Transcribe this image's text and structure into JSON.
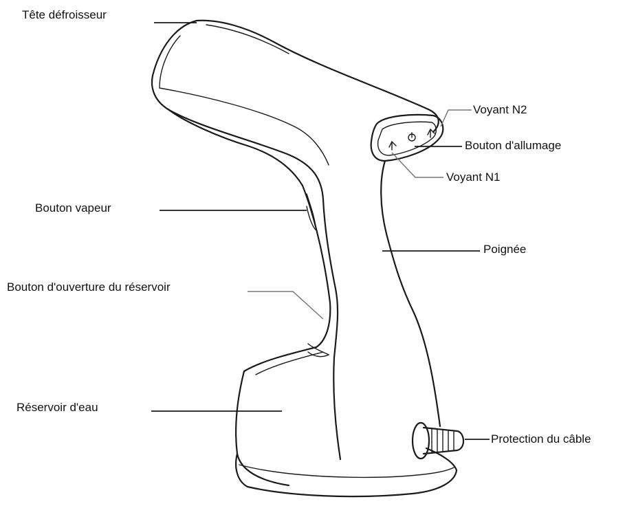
{
  "labels": {
    "head": "Tête défroisseur",
    "led_n2": "Voyant N2",
    "power_button": "Bouton d'allumage",
    "led_n1": "Voyant N1",
    "steam_button": "Bouton vapeur",
    "handle": "Poignée",
    "tank_release": "Bouton d'ouverture du réservoir",
    "water_tank": "Réservoir d'eau",
    "cable_guard": "Protection du câble"
  }
}
